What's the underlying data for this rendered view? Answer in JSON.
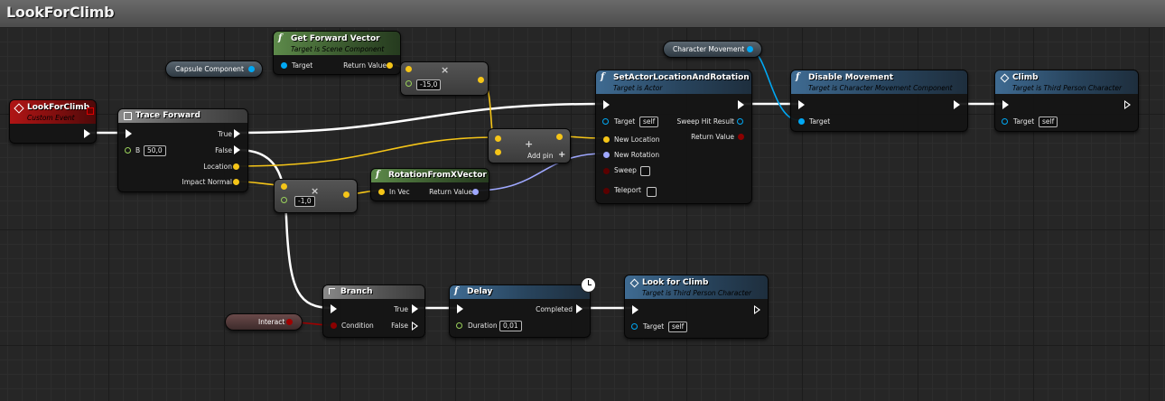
{
  "graph": {
    "title": "LookForClimb"
  },
  "colors": {
    "exec": "#ffffff",
    "vector": "#f5c518",
    "object": "#00a8f4",
    "bool": "#8b0000",
    "rotator": "#9fa8ff",
    "float": "#9bd25b"
  },
  "nodes": {
    "event": {
      "title": "LookForClimb",
      "subtitle": "Custom Event"
    },
    "trace": {
      "title": "Trace Forward",
      "b_label": "B",
      "b_value": "50,0",
      "true": "True",
      "false": "False",
      "location": "Location",
      "impact": "Impact Normal"
    },
    "fwd": {
      "title": "Get Forward Vector",
      "subtitle": "Target is Scene Component",
      "target": "Target",
      "ret": "Return Value"
    },
    "capsule": {
      "label": "Capsule Component"
    },
    "mult1": {
      "value": "-15,0"
    },
    "mult2": {
      "value": "-1,0"
    },
    "add": {
      "label": "Add pin"
    },
    "rot": {
      "title": "RotationFromXVector",
      "invec": "In Vec",
      "ret": "Return Value"
    },
    "setloc": {
      "title": "SetActorLocationAndRotation",
      "subtitle": "Target is Actor",
      "target": "Target",
      "target_val": "self",
      "newloc": "New Location",
      "newrot": "New Rotation",
      "sweep": "Sweep",
      "teleport": "Teleport",
      "sweephit": "Sweep Hit Result",
      "ret": "Return Value"
    },
    "charmov": {
      "label": "Character Movement"
    },
    "disable": {
      "title": "Disable Movement",
      "subtitle": "Target is Character Movement Component",
      "target": "Target"
    },
    "climb": {
      "title": "Climb",
      "subtitle": "Target is Third Person Character",
      "target": "Target",
      "target_val": "self"
    },
    "branch": {
      "title": "Branch",
      "condition": "Condition",
      "true": "True",
      "false": "False"
    },
    "interact": {
      "label": "Interact"
    },
    "delay": {
      "title": "Delay",
      "duration": "Duration",
      "duration_val": "0,01",
      "completed": "Completed"
    },
    "lfc": {
      "title": "Look for Climb",
      "subtitle": "Target is Third Person Character",
      "target": "Target",
      "target_val": "self"
    }
  }
}
